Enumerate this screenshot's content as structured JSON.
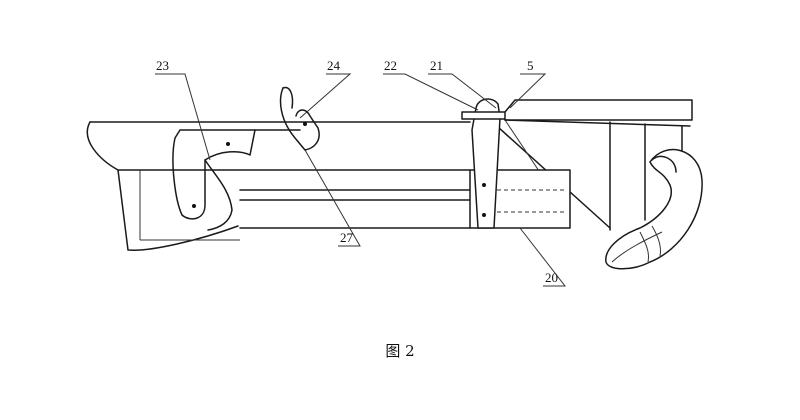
{
  "figure": {
    "caption": "图 2",
    "labels": {
      "part_23": "23",
      "part_24": "24",
      "part_22": "22",
      "part_21": "21",
      "part_5": "5",
      "part_27": "27",
      "part_20": "20"
    }
  }
}
